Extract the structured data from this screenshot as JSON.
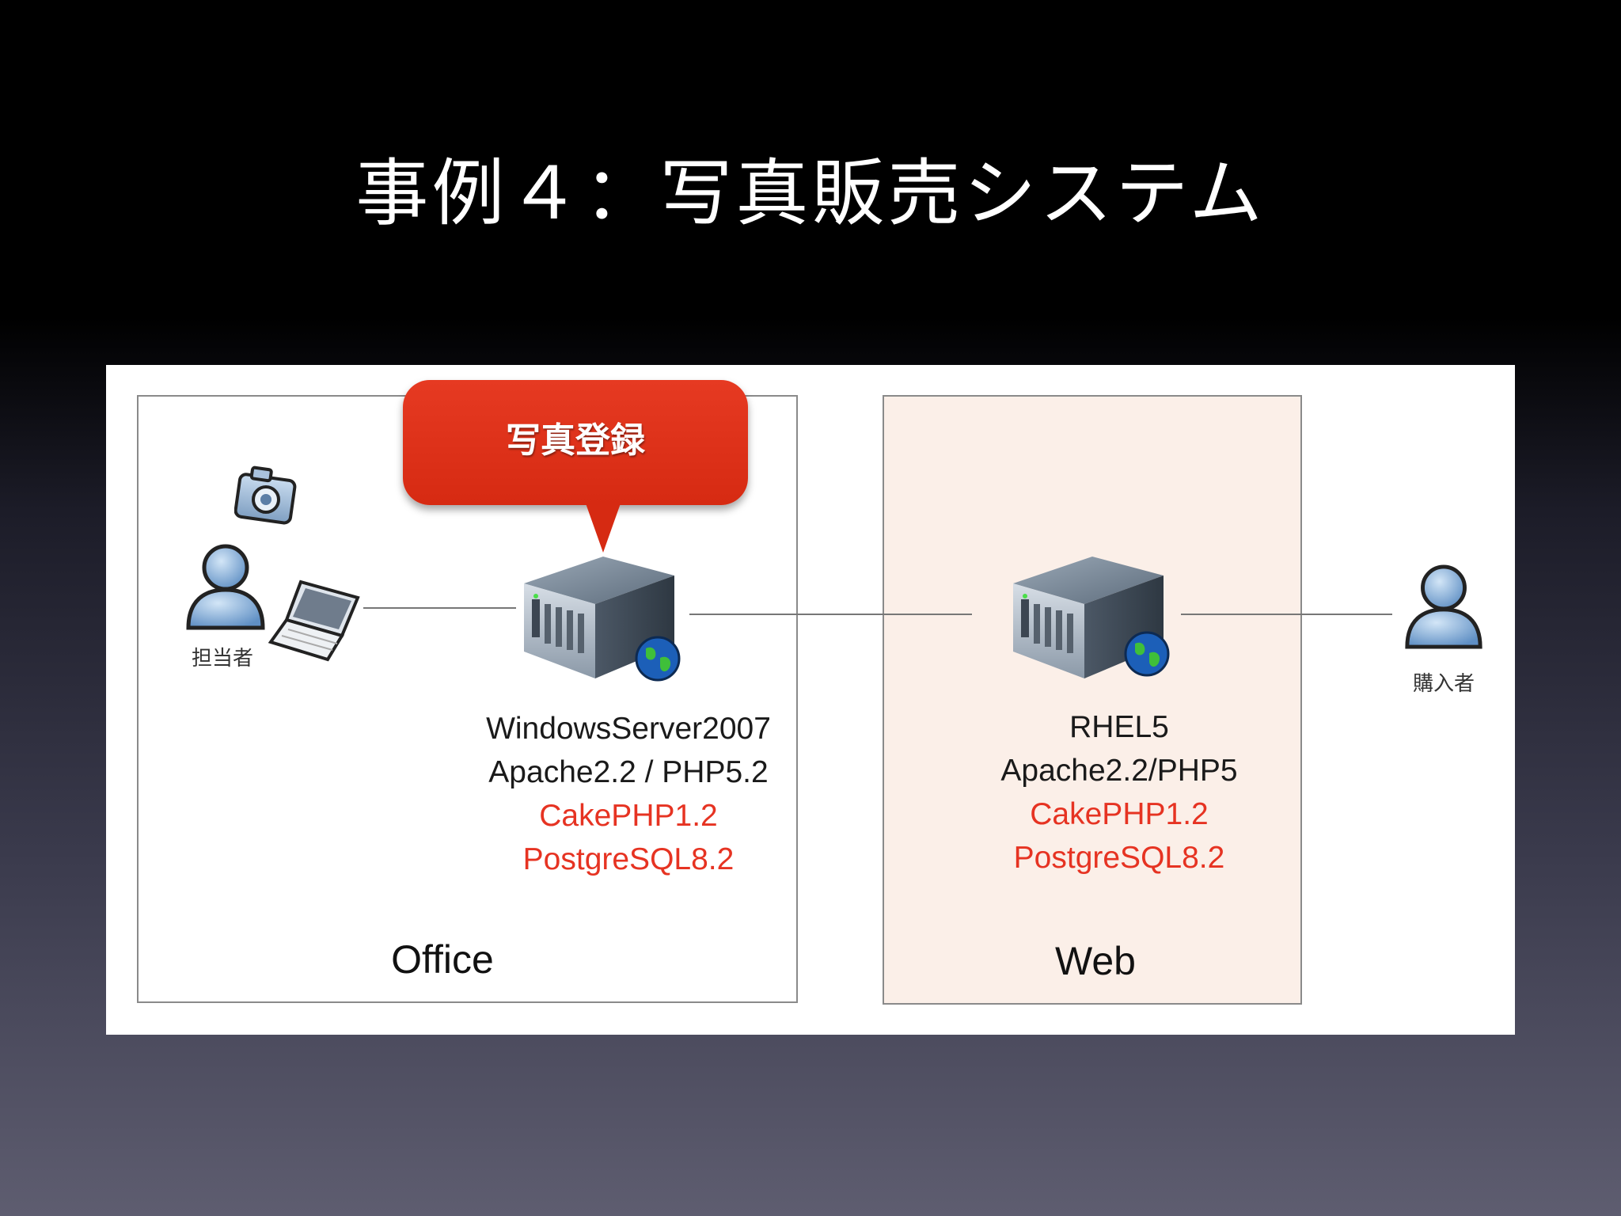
{
  "slide": {
    "title": "事例４：写真販売システム"
  },
  "diagram": {
    "callout": "写真登録",
    "office": {
      "zone_label": "Office",
      "user_label": "担当者",
      "server_stack": {
        "os": "WindowsServer2007",
        "web": "Apache2.2 / PHP5.2",
        "framework": "CakePHP1.2",
        "database": "PostgreSQL8.2"
      }
    },
    "web": {
      "zone_label": "Web",
      "server_stack": {
        "os": "RHEL5",
        "web": "Apache2.2/PHP5",
        "framework": "CakePHP1.2",
        "database": "PostgreSQL8.2"
      }
    },
    "customer_label": "購入者",
    "colors": {
      "highlight_text": "#e63322",
      "callout": "#d62a12",
      "web_zone": "#fbefe8"
    },
    "icons": [
      "camera-icon",
      "user-icon",
      "laptop-icon",
      "server-icon",
      "globe-icon"
    ]
  }
}
